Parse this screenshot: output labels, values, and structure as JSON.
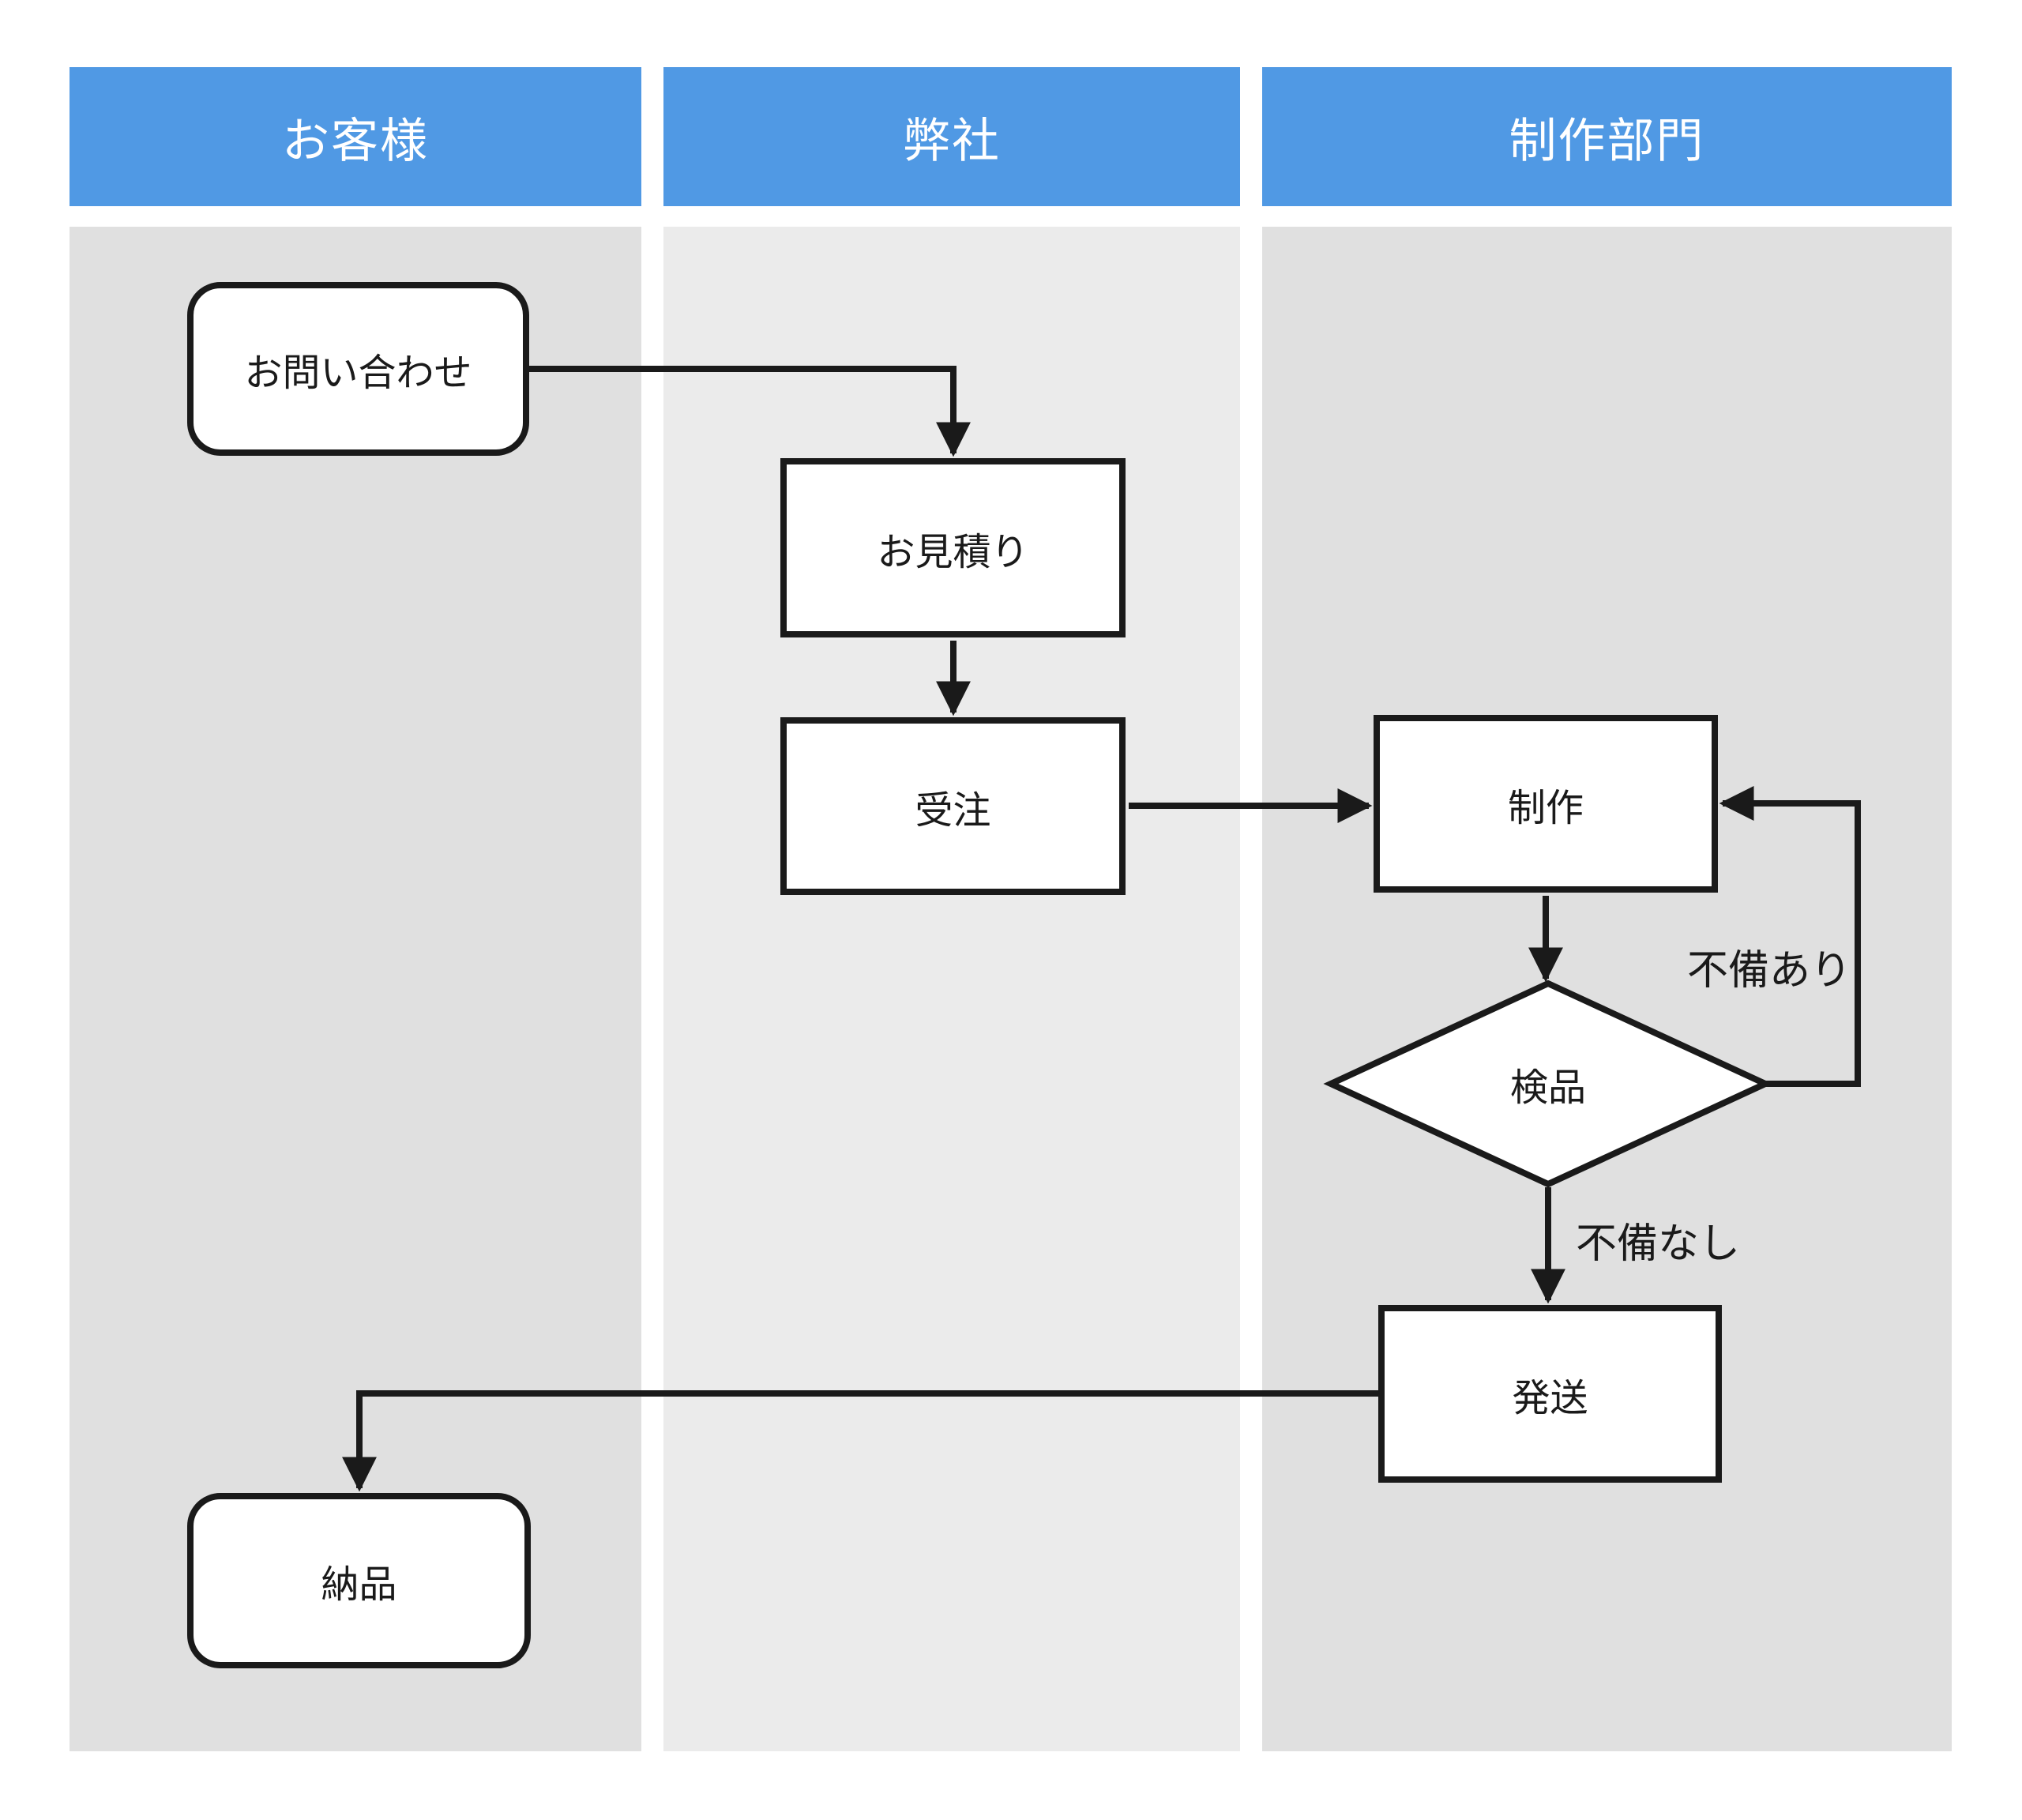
{
  "diagram": {
    "lanes": [
      {
        "label": "お客様"
      },
      {
        "label": "弊社"
      },
      {
        "label": "制作部門"
      }
    ],
    "nodes": {
      "inquiry": {
        "label": "お問い合わせ",
        "shape": "terminator",
        "lane": "お客様"
      },
      "quote": {
        "label": "お見積り",
        "shape": "process",
        "lane": "弊社"
      },
      "order": {
        "label": "受注",
        "shape": "process",
        "lane": "弊社"
      },
      "production": {
        "label": "制作",
        "shape": "process",
        "lane": "制作部門"
      },
      "inspection": {
        "label": "検品",
        "shape": "decision",
        "lane": "制作部門"
      },
      "shipping": {
        "label": "発送",
        "shape": "process",
        "lane": "制作部門"
      },
      "delivery": {
        "label": "納品",
        "shape": "terminator",
        "lane": "お客様"
      }
    },
    "edges": [
      {
        "from": "inquiry",
        "to": "quote",
        "label": ""
      },
      {
        "from": "quote",
        "to": "order",
        "label": ""
      },
      {
        "from": "order",
        "to": "production",
        "label": ""
      },
      {
        "from": "production",
        "to": "inspection",
        "label": ""
      },
      {
        "from": "inspection",
        "to": "production",
        "label": "不備あり"
      },
      {
        "from": "inspection",
        "to": "shipping",
        "label": "不備なし"
      },
      {
        "from": "shipping",
        "to": "delivery",
        "label": ""
      }
    ],
    "edge_labels": {
      "defect_found": "不備あり",
      "no_defect": "不備なし"
    },
    "colors": {
      "lane_header": "#5099e4",
      "header_text": "#ffffff",
      "lane_body_dark": "#e0e0e0",
      "lane_body_light": "#ebebeb",
      "line": "#1a1a1a",
      "node_fill": "#ffffff"
    }
  }
}
